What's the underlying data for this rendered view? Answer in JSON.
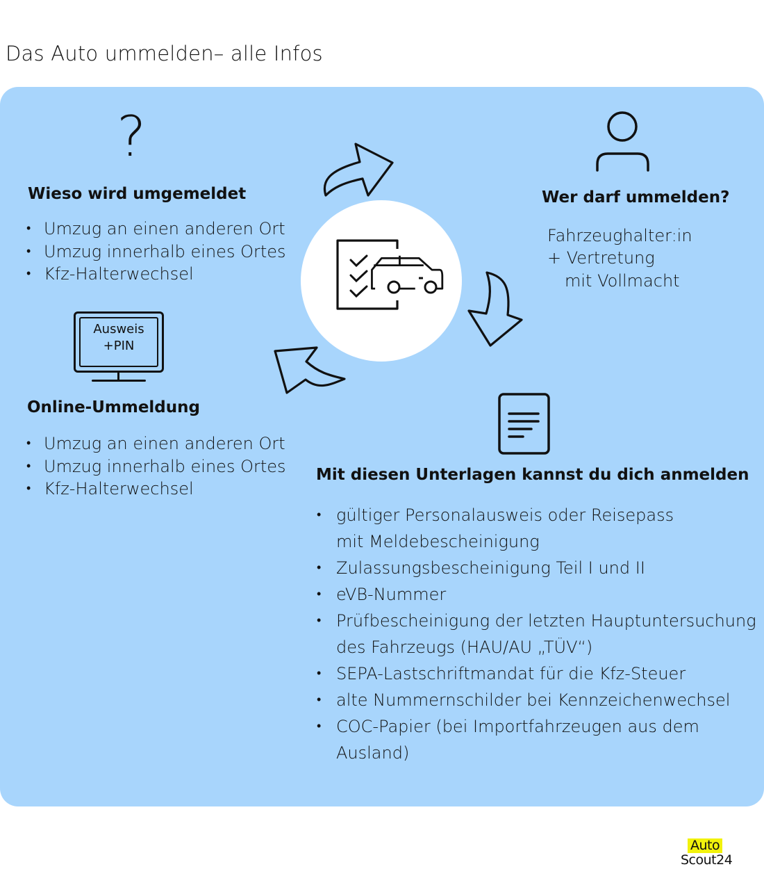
{
  "title": {
    "highlighted": "Das Auto",
    "rest": "o ummelden– alle Infos",
    "prefix": "Das Aut"
  },
  "title_full": "Das Auto ummelden– alle Infos",
  "colors": {
    "panel": "#a8d5fc",
    "highlight": "#f2f20c",
    "ink": "#111111"
  },
  "why": {
    "icon": "question-mark-icon",
    "heading": "Wieso wird umgemeldet",
    "items": [
      "Umzug an einen anderen Ort",
      "Umzug innerhalb eines Ortes",
      "Kfz-Halterwechsel"
    ]
  },
  "who": {
    "icon": "person-icon",
    "heading": "Wer darf ummelden?",
    "lines": [
      "Fahrzeughalter:in",
      "+ Vertretung",
      "mit Vollmacht"
    ]
  },
  "center": {
    "icon": "checklist-car-icon"
  },
  "online": {
    "icon": "monitor-icon",
    "screen_lines": [
      "Ausweis",
      "+PIN"
    ],
    "heading": "Online-Ummeldung",
    "items": [
      "Umzug an einen anderen Ort",
      "Umzug innerhalb eines Ortes",
      "Kfz-Halterwechsel"
    ]
  },
  "documents": {
    "icon": "document-icon",
    "heading": "Mit diesen Unterlagen kannst du dich anmelden",
    "items": [
      "gültiger Personalausweis oder Reisepass mit Meldebescheinigung",
      "Zulassungsbescheinigung Teil I und II",
      "eVB-Nummer",
      "Prüfbescheinigung der letzten Hauptuntersuchung des Fahrzeugs (HAU/AU „TÜV“)",
      "SEPA-Lastschriftmandat für die Kfz-Steuer",
      "alte Nummernschilder bei Kennzeichenwechsel",
      "COC-Papier (bei Importfahrzeugen aus dem Ausland)"
    ]
  },
  "logo": {
    "line1": "Auto",
    "line2": "Scout24"
  }
}
